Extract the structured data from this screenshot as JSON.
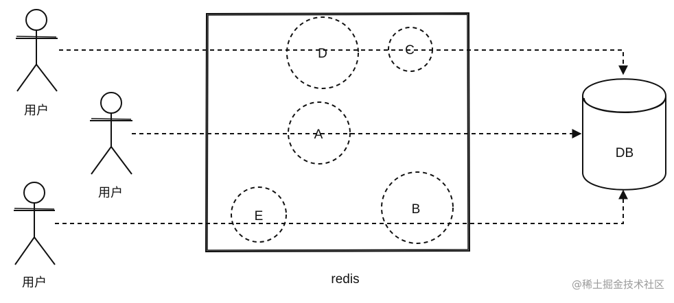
{
  "users": [
    {
      "label": "用户"
    },
    {
      "label": "用户"
    },
    {
      "label": "用户"
    }
  ],
  "cache": {
    "label": "redis",
    "keys": [
      "D",
      "C",
      "A",
      "E",
      "B"
    ]
  },
  "database": {
    "label": "DB"
  },
  "watermark": "@稀土掘金技术社区"
}
